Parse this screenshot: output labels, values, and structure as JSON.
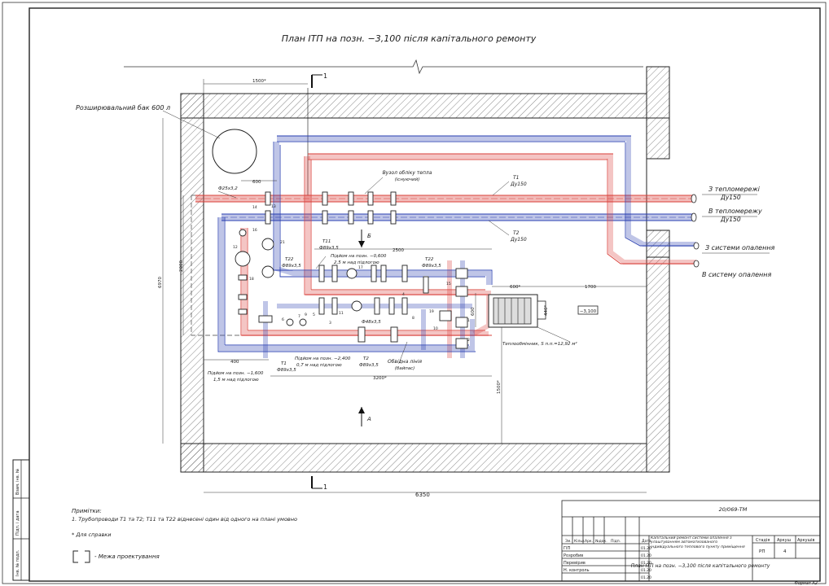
{
  "title": "План ІТП на позн. −3,100 після капітального ремонту",
  "section_mark": "1",
  "view_marks": {
    "a": "А",
    "b": "Б"
  },
  "equipment": {
    "expansion_tank": "Розширювальний бак 600 л",
    "heat_meter_node": "Вузол обліку тепла",
    "heat_meter_existing": "(існуючий)",
    "heat_exchanger": "Теплообмінник, S п.п.=12,92 м²",
    "bypass_line": "Обвідна лінія",
    "bypass_paren": "(байпас)"
  },
  "directions": {
    "from_network": "З тепломережі",
    "from_network_dn": "Ду150",
    "to_network": "В тепломережу",
    "to_network_dn": "Ду150",
    "from_heating": "З системи опалення",
    "to_heating": "В систему опалення"
  },
  "pipes": {
    "t1": "Т1",
    "t1_dn": "Ду150",
    "t2": "Т2",
    "t2_dn": "Ду150",
    "t11": "Т11",
    "t11_size": "Ф89х3,5",
    "t22": "Т22",
    "t22_size": "Ф89х3,5",
    "t22b": "Т22",
    "t22b_size": "Ф89х3,5",
    "t1b": "Т1",
    "t1b_size": "Ф89х3,5",
    "t2b": "Т2",
    "t2b_size": "Ф89х3,5",
    "small_pipe": "Ф25х3,2",
    "small_pipe2": "Ф48х3,5"
  },
  "levels": {
    "lvl_0600": "Підйом на позн. −0,600",
    "lvl_0600_sub": "2,5 м над підлогою",
    "lvl_1600": "Підйом на позн. −1,600",
    "lvl_1600_sub": "1,5 м над підлогою",
    "lvl_2400": "Підйом на позн. −2,400",
    "lvl_2400_sub": "0,7 м над підлогою",
    "floor_mark": "−3,100"
  },
  "dimensions": {
    "d1500top": "1500*",
    "d600a": "600",
    "d2500": "2500",
    "d600b": "600*",
    "d1700": "1700",
    "d400": "400",
    "d3200": "3200*",
    "d6350": "6350",
    "d6970": "6970",
    "d2000": "2000",
    "d1500v": "1500*",
    "d600v": "600",
    "d440": "440*"
  },
  "item_numbers": [
    "14",
    "13",
    "16",
    "21",
    "12",
    "18",
    "11",
    "17",
    "7",
    "9",
    "5",
    "6",
    "3",
    "4",
    "8",
    "15",
    "19",
    "10",
    "1",
    "2"
  ],
  "notes": {
    "heading": "Примітки:",
    "note1": "1. Трубопроводи Т1 та Т2; Т11 та Т22 віднесені один від одного на плані умовно",
    "note2": "* Для справки",
    "legend_text": "- Межа проектування"
  },
  "stamp": {
    "doc_code": "20/069-ТМ",
    "cols": [
      "Зм.",
      "Кільк.",
      "Арк.",
      "№док.",
      "Підп.",
      "Дата"
    ],
    "roles": [
      "ГІП",
      "Розробив",
      "Перевірив",
      "Н. контроль"
    ],
    "dates": [
      "01.20",
      "01.20",
      "01.20",
      "01.20",
      "01.20"
    ],
    "project_desc": "Капітальний ремонт системи опалення з улаштуванням автоматизованого індивідуального теплового пункту приміщення",
    "stage_head": "Стадія",
    "sheet_head": "Аркуш",
    "sheets_head": "Аркушів",
    "stage": "РП",
    "sheet": "4",
    "sheet_title": "План ІТП на позн. −3,100 після капітального ремонту",
    "format": "Формат А2"
  },
  "side_strip": [
    "Взам. інв. №",
    "Підп. і дата",
    "Інв. № подл."
  ],
  "colors": {
    "supply": "#d9403a",
    "return": "#2a3fb0",
    "wall": "#222222",
    "hatch": "#555555"
  }
}
